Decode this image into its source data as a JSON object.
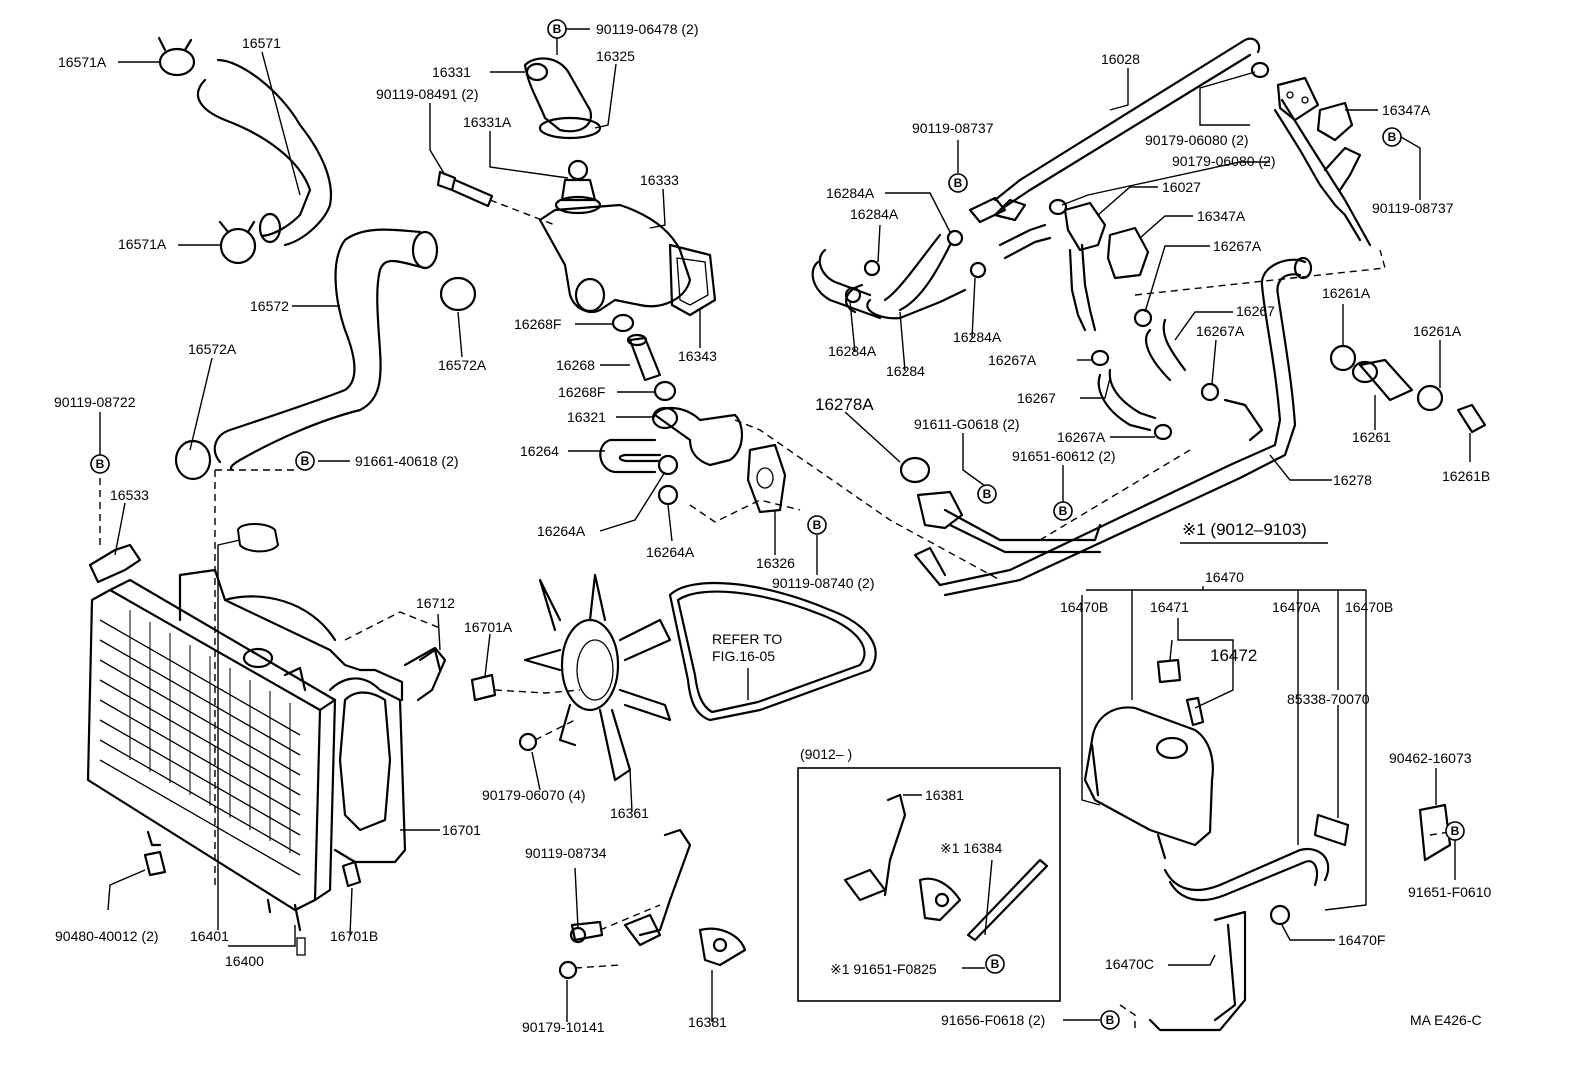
{
  "labels": {
    "l_16571A_top": "16571A",
    "l_16571": "16571",
    "l_16571A_mid": "16571A",
    "l_16572": "16572",
    "l_16572A_left": "16572A",
    "l_16572A_right": "16572A",
    "l_90119_08722": "90119-08722",
    "l_16533": "16533",
    "l_91661_40618": "91661-40618 (2)",
    "l_90119_06478": "90119-06478 (2)",
    "l_16331": "16331",
    "l_16325": "16325",
    "l_90119_08491": "90119-08491 (2)",
    "l_16331A": "16331A",
    "l_16333": "16333",
    "l_16268F_top": "16268F",
    "l_16268": "16268",
    "l_16268F_bot": "16268F",
    "l_16343": "16343",
    "l_16321": "16321",
    "l_16264": "16264",
    "l_16264A_a": "16264A",
    "l_16264A_b": "16264A",
    "l_16326": "16326",
    "l_90119_08740": "90119-08740 (2)",
    "l_16028": "16028",
    "l_90179_06080_a": "90179-06080 (2)",
    "l_90179_06080_b": "90179-06080 (2)",
    "l_16347A_top": "16347A",
    "l_90119_08737_left": "90119-08737",
    "l_90119_08737_right": "90119-08737",
    "l_16027": "16027",
    "l_16347A_mid": "16347A",
    "l_16284A_1": "16284A",
    "l_16284A_2": "16284A",
    "l_16284A_3": "16284A",
    "l_16284A_4": "16284A",
    "l_16284": "16284",
    "l_16267A_1": "16267A",
    "l_16267A_2": "16267A",
    "l_16267A_3": "16267A",
    "l_16267A_4": "16267A",
    "l_16267_1": "16267",
    "l_16267_2": "16267",
    "l_16261A_1": "16261A",
    "l_16261A_2": "16261A",
    "l_16261": "16261",
    "l_16261B": "16261B",
    "l_16278A": "16278A",
    "l_91611_G0618": "91611-G0618 (2)",
    "l_91651_60612": "91651-60612 (2)",
    "l_16278": "16278",
    "l_note_9012_9103": "※1 (9012–9103)",
    "l_16470": "16470",
    "l_16470B_left": "16470B",
    "l_16471": "16471",
    "l_16472": "16472",
    "l_16470A": "16470A",
    "l_16470B_right": "16470B",
    "l_85338_70070": "85338-70070",
    "l_90462_16073": "90462-16073",
    "l_91651_F0610": "91651-F0610",
    "l_16470F": "16470F",
    "l_16470C": "16470C",
    "l_91656_F0618": "91656-F0618 (2)",
    "l_16712": "16712",
    "l_16701A": "16701A",
    "l_refer": "REFER TO",
    "l_fig": "FIG.16-05",
    "l_90179_06070": "90179-06070 (4)",
    "l_16361": "16361",
    "l_16701": "16701",
    "l_16701B": "16701B",
    "l_90480_40012": "90480-40012 (2)",
    "l_16401": "16401",
    "l_16400": "16400",
    "l_90119_08734": "90119-08734",
    "l_90179_10141": "90179-10141",
    "l_16381_bottom": "16381",
    "l_box_title": "(9012–        )",
    "l_16381_box": "16381",
    "l_16384": "※1 16384",
    "l_91651_F0825": "※1 91651-F0825",
    "l_code": "MA E426-C"
  },
  "bolt_marker": "B"
}
